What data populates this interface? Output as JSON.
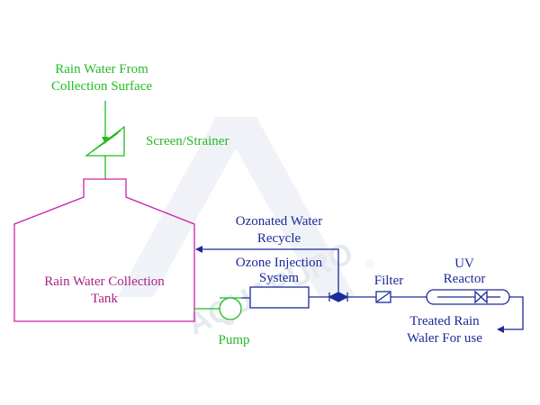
{
  "labels": {
    "source_line1": "Rain Water From",
    "source_line2": "Collection Surface",
    "strainer": "Screen/Strainer",
    "tank_line1": "Rain Water Collection",
    "tank_line2": "Tank",
    "pump": "Pump",
    "recycle_line1": "Ozonated Water",
    "recycle_line2": "Recycle",
    "ozone_line1": "Ozone Injection",
    "ozone_line2": "System",
    "filter": "Filter",
    "uv_line1": "UV",
    "uv_line2": "Reactor",
    "output_line1": "Treated Rain",
    "output_line2": "Waler For use"
  },
  "colors": {
    "inlet": "#22bb22",
    "tank": "#cc22aa",
    "process": "#1a2a99",
    "watermark": "#e6ebf2"
  },
  "watermark": {
    "text": "AQUAPURO",
    "symbol": "®"
  }
}
